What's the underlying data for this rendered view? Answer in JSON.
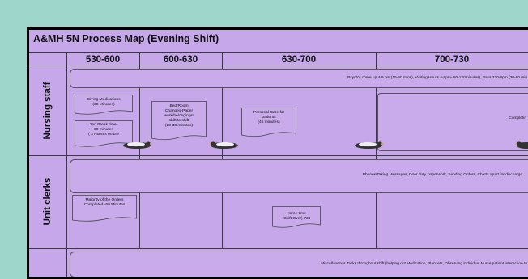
{
  "title": "A&MH 5N Process Map (Evening Shift)",
  "columns": [
    "530-600",
    "600-630",
    "630-700",
    "700-730"
  ],
  "lanes": {
    "nursing": "Nursing staff",
    "clerks": "Unit clerks"
  },
  "nursing": {
    "band_text": "Psych's come up 4-9 pm (15-60 mins), Visiting Hours 4-8pm- 60-120minutes), Pass 330-9pm (30-60 min",
    "giving_meds": "Giving Medications\n(30 Minutes)",
    "break": "2nd Break time-\n30 minutes\n( 3 Nurses on bre",
    "bed_room": "Bed/Room\nChanges-Paper\nwork/belongings/\nshift to shift\n(20-30 minutes)",
    "personal_care": "Personal Care for\npatients\n(45 minutes)",
    "completing": "Completin"
  },
  "clerks": {
    "band_text": "Phones/Taking Messages, Door duty, paperwork, Sending Orders, Charts apart for discharge",
    "orders": "Majority of the Orders\nCompleted -60 Minutes",
    "home_time": "Home time\n(Shift Over)-730"
  },
  "misc": {
    "band_text": "Miscellaneous Tasks throughout shift (helping out Medication, Blankets, Observing individual Nurse patient interaction to"
  },
  "colors": {
    "background": "#9fd6cc",
    "sheet": "#c6a8ea",
    "frame": "#000000"
  },
  "icons": [
    "duck-icon"
  ]
}
